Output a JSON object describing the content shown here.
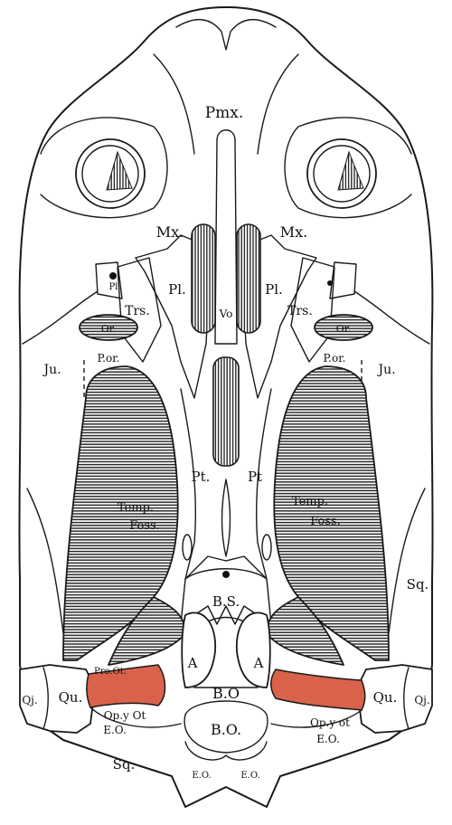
{
  "labels": {
    "pmx": "Pmx.",
    "mx_left": "Mx.",
    "mx_right": "Mx.",
    "pl_left": "Pl.",
    "pl_right": "Pl.",
    "pl_small_left": "Pl.",
    "vo": "Vo",
    "trs_left": "Trs.",
    "trs_right": "Trs.",
    "or_left": "Or.",
    "or_right": "Or.",
    "por_left": "P.or.",
    "por_right": "P.or.",
    "ju_left": "Ju.",
    "ju_right": "Ju.",
    "temp_left": "Temp.",
    "foss_left": "Foss.",
    "temp_right": "Temp.",
    "foss_right": "Foss.",
    "pt_left": "Pt.",
    "pt_right": "Pt",
    "bs": "B.S.",
    "sq_right": "Sq.",
    "a_left": "A",
    "a_right": "A",
    "bo_upper": "B.O",
    "bo_lower": "B.O.",
    "qu_left": "Qu.",
    "qu_right": "Qu.",
    "qj_left": "Qj.",
    "qj_right": "Qj.",
    "prool": "Pro.Ot.",
    "opot_left": "Op.y Ot",
    "eo_left": "E.O.",
    "opot_right": "Op.y ot",
    "eo_right": "E.O.",
    "sq_left": "Sq.",
    "eo_bottom_left": "E.O.",
    "eo_bottom_right": "E.O."
  },
  "colors": {
    "prootic_highlight": "#d9624a",
    "ink": "#1a1a1a"
  }
}
